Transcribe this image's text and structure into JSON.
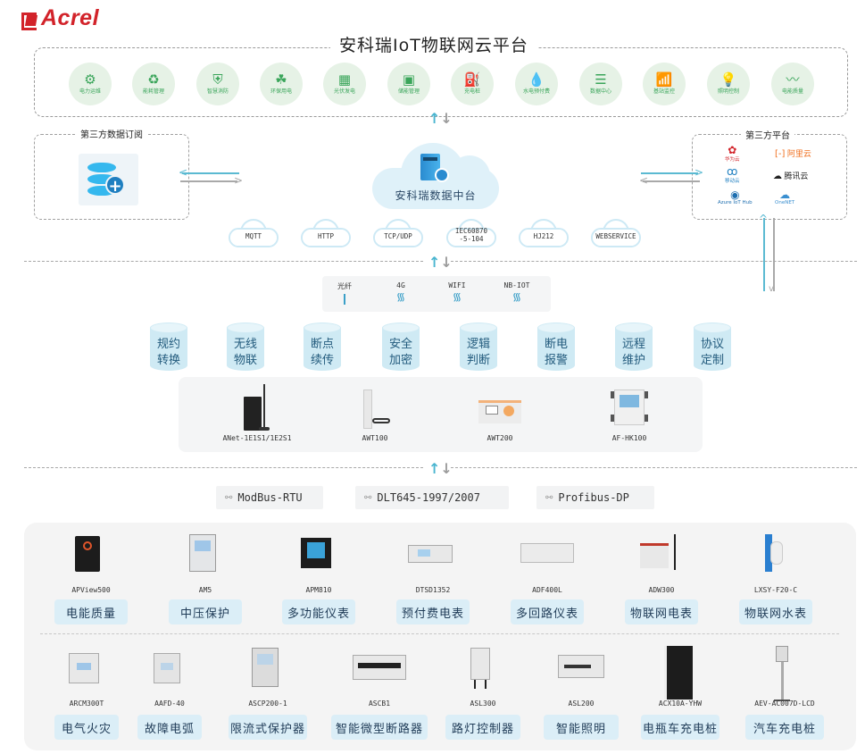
{
  "brand": {
    "logo_text": "Acrel",
    "logo_color": "#d2232a"
  },
  "platform": {
    "title": "安科瑞IoT物联网云平台",
    "apps": [
      {
        "label": "电力运维",
        "icon": "plug-gear-icon"
      },
      {
        "label": "能耗管理",
        "icon": "recycle-icon"
      },
      {
        "label": "智慧消防",
        "icon": "fire-shield-icon"
      },
      {
        "label": "环保用电",
        "icon": "leaf-cloud-icon"
      },
      {
        "label": "光伏发电",
        "icon": "solar-panel-icon"
      },
      {
        "label": "储能管理",
        "icon": "battery-cabinet-icon"
      },
      {
        "label": "充电桩",
        "icon": "charging-pile-icon"
      },
      {
        "label": "水电预付费",
        "icon": "water-drop-bolt-icon"
      },
      {
        "label": "数据中心",
        "icon": "database-icon"
      },
      {
        "label": "基站监控",
        "icon": "antenna-icon"
      },
      {
        "label": "照明控制",
        "icon": "bulb-icon"
      },
      {
        "label": "电能质量",
        "icon": "waveform-icon"
      }
    ],
    "accent": "#3aa55a"
  },
  "subscription": {
    "title": "第三方数据订阅",
    "icon": "database-add-icon"
  },
  "data_center": {
    "label": "安科瑞数据中台",
    "icon": "server-globe-icon"
  },
  "cloud_protocols": [
    "MQTT",
    "HTTP",
    "TCP/UDP",
    "IEC60870\n-5-104",
    "HJ212",
    "WEBSERVICE"
  ],
  "third_party": {
    "title": "第三方平台",
    "platforms": [
      {
        "name": "华为云",
        "color": "#d2232a"
      },
      {
        "name": "阿里云",
        "color": "#f07020"
      },
      {
        "name": "移动云",
        "color": "#1f7fc0"
      },
      {
        "name": "腾讯云",
        "color": "#222222"
      },
      {
        "name": "Azure IoT Hub",
        "color": "#1f6fb0"
      },
      {
        "name": "OneNET",
        "color": "#3a8fd0"
      }
    ]
  },
  "comm": [
    {
      "label": "光纤",
      "icon": "fiber-line-icon"
    },
    {
      "label": "4G",
      "icon": "wifi-icon"
    },
    {
      "label": "WIFI",
      "icon": "wifi-icon"
    },
    {
      "label": "NB-IOT",
      "icon": "wifi-icon"
    }
  ],
  "features": [
    [
      "规约",
      "转换"
    ],
    [
      "无线",
      "物联"
    ],
    [
      "断点",
      "续传"
    ],
    [
      "安全",
      "加密"
    ],
    [
      "逻辑",
      "判断"
    ],
    [
      "断电",
      "报警"
    ],
    [
      "远程",
      "维护"
    ],
    [
      "协议",
      "定制"
    ]
  ],
  "gateways": [
    "ANet-1E1S1/1E2S1",
    "AWT100",
    "AWT200",
    "AF-HK100"
  ],
  "field_protocols": [
    "ModBus-RTU",
    "DLT645-1997/2007",
    "Profibus-DP"
  ],
  "devices_row1": [
    {
      "model": "APView500",
      "category": "电能质量"
    },
    {
      "model": "AM5",
      "category": "中压保护"
    },
    {
      "model": "APM810",
      "category": "多功能仪表"
    },
    {
      "model": "DTSD1352",
      "category": "预付费电表"
    },
    {
      "model": "ADF400L",
      "category": "多回路仪表"
    },
    {
      "model": "ADW300",
      "category": "物联网电表"
    },
    {
      "model": "LXSY-F20-C",
      "category": "物联网水表"
    }
  ],
  "devices_row2": [
    {
      "model": "ARCM300T",
      "category": "电气火灾"
    },
    {
      "model": "AAFD-40",
      "category": "故障电弧"
    },
    {
      "model": "ASCP200-1",
      "category": "限流式保护器"
    },
    {
      "model": "ASCB1",
      "category": "智能微型断路器"
    },
    {
      "model": "ASL300",
      "category": "路灯控制器"
    },
    {
      "model": "ASL200",
      "category": "智能照明"
    },
    {
      "model": "ACX10A-YHW",
      "category": "电瓶车充电桩"
    },
    {
      "model": "AEV-AC007D-LCD",
      "category": "汽车充电桩"
    }
  ]
}
